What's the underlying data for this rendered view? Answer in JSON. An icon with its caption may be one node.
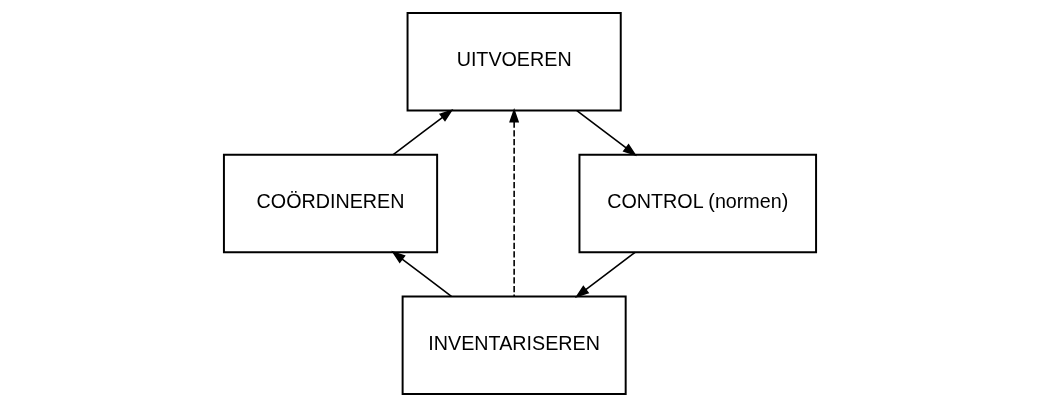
{
  "diagram": {
    "nodes": [
      {
        "text": [
          "UITVOEREN"
        ]
      },
      {
        "text": [
          "COÖRDINEREN"
        ]
      },
      {
        "text": [
          "CONTROL (normen)"
        ]
      },
      {
        "text": [
          "INVENTARISEREN"
        ]
      }
    ],
    "edges": [
      {
        "from": 1,
        "to": 0,
        "arrow": "to"
      },
      {
        "from": 0,
        "to": 2,
        "arrow": "to"
      },
      {
        "from": 2,
        "to": 3,
        "arrow": "to"
      },
      {
        "from": 3,
        "to": 1,
        "arrow": "to"
      },
      {
        "from": 3,
        "to": 0,
        "arrow": "to",
        "style": "dashed"
      }
    ]
  }
}
